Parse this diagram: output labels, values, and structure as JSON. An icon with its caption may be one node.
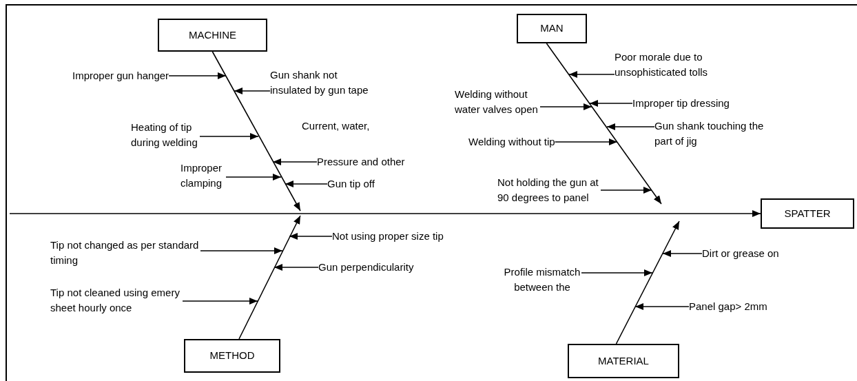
{
  "diagram": {
    "nodes": [
      {
        "text": [
          "MACHINE"
        ]
      },
      {
        "text": [
          "Improper gun hanger"
        ]
      },
      {
        "text": [
          "Gun shank not insulated by gun tape"
        ]
      },
      {
        "text": [
          "Heating of tip during welding"
        ]
      },
      {
        "text": [
          "Pressure and other"
        ]
      },
      {
        "text": [
          "Improper clamping"
        ]
      },
      {
        "text": [
          "Gun tip off"
        ]
      },
      {
        "text": [
          "MAN"
        ]
      },
      {
        "text": [
          "Poor morale due to unsophisticated tolls"
        ]
      },
      {
        "text": [
          "Improper tip dressing"
        ]
      },
      {
        "text": [
          "Welding without water valves open"
        ]
      },
      {
        "text": [
          "Gun shank touching the part of jig"
        ]
      },
      {
        "text": [
          "Welding without tip"
        ]
      },
      {
        "text": [
          "Not holding the gun at 90 degrees to panel"
        ]
      },
      {
        "text": [
          "SPATTER"
        ]
      },
      {
        "text": [
          "METHOD"
        ]
      },
      {
        "text": [
          "Tip not changed as per standard timing"
        ]
      },
      {
        "text": [
          "Not using proper size tip"
        ]
      },
      {
        "text": [
          "Gun perpendicularity"
        ]
      },
      {
        "text": [
          "Tip not cleaned using emery sheet hourly once"
        ]
      },
      {
        "text": [
          "MATERIAL"
        ]
      },
      {
        "text": [
          "Dirt or grease on"
        ]
      },
      {
        "text": [
          "Profile mismatch between the"
        ]
      },
      {
        "text": [
          "Panel gap> 2mm"
        ]
      }
    ],
    "edges": [
      {
        "from": 0,
        "to": null,
        "arrow": "to"
      },
      {
        "from": 1,
        "to": null,
        "arrow": "to"
      },
      {
        "from": 2,
        "to": null,
        "arrow": "to"
      },
      {
        "from": 3,
        "to": null,
        "arrow": "to"
      },
      {
        "from": 4,
        "to": null,
        "arrow": "to"
      },
      {
        "from": 5,
        "to": null,
        "arrow": "to"
      },
      {
        "from": 6,
        "to": null,
        "arrow": "to"
      },
      {
        "from": 7,
        "to": null,
        "arrow": "to"
      },
      {
        "from": 8,
        "to": null,
        "arrow": "to"
      },
      {
        "from": 9,
        "to": null,
        "arrow": "to"
      },
      {
        "from": 10,
        "to": null,
        "arrow": "to"
      },
      {
        "from": 11,
        "to": null,
        "arrow": "to"
      },
      {
        "from": 12,
        "to": null,
        "arrow": "to"
      },
      {
        "from": 13,
        "to": null,
        "arrow": "to"
      },
      {
        "from": null,
        "to": 14,
        "arrow": "to"
      },
      {
        "from": 15,
        "to": null,
        "arrow": "to"
      },
      {
        "from": 16,
        "to": null,
        "arrow": "to"
      },
      {
        "from": 17,
        "to": null,
        "arrow": "to"
      },
      {
        "from": 18,
        "to": null,
        "arrow": "to"
      },
      {
        "from": 19,
        "to": null,
        "arrow": "to"
      },
      {
        "from": 20,
        "to": null,
        "arrow": "to"
      },
      {
        "from": 21,
        "to": null,
        "arrow": "to"
      },
      {
        "from": 22,
        "to": null,
        "arrow": "to"
      },
      {
        "from": 23,
        "to": null,
        "arrow": "to"
      }
    ],
    "labels": [
      "Current, water,"
    ]
  }
}
